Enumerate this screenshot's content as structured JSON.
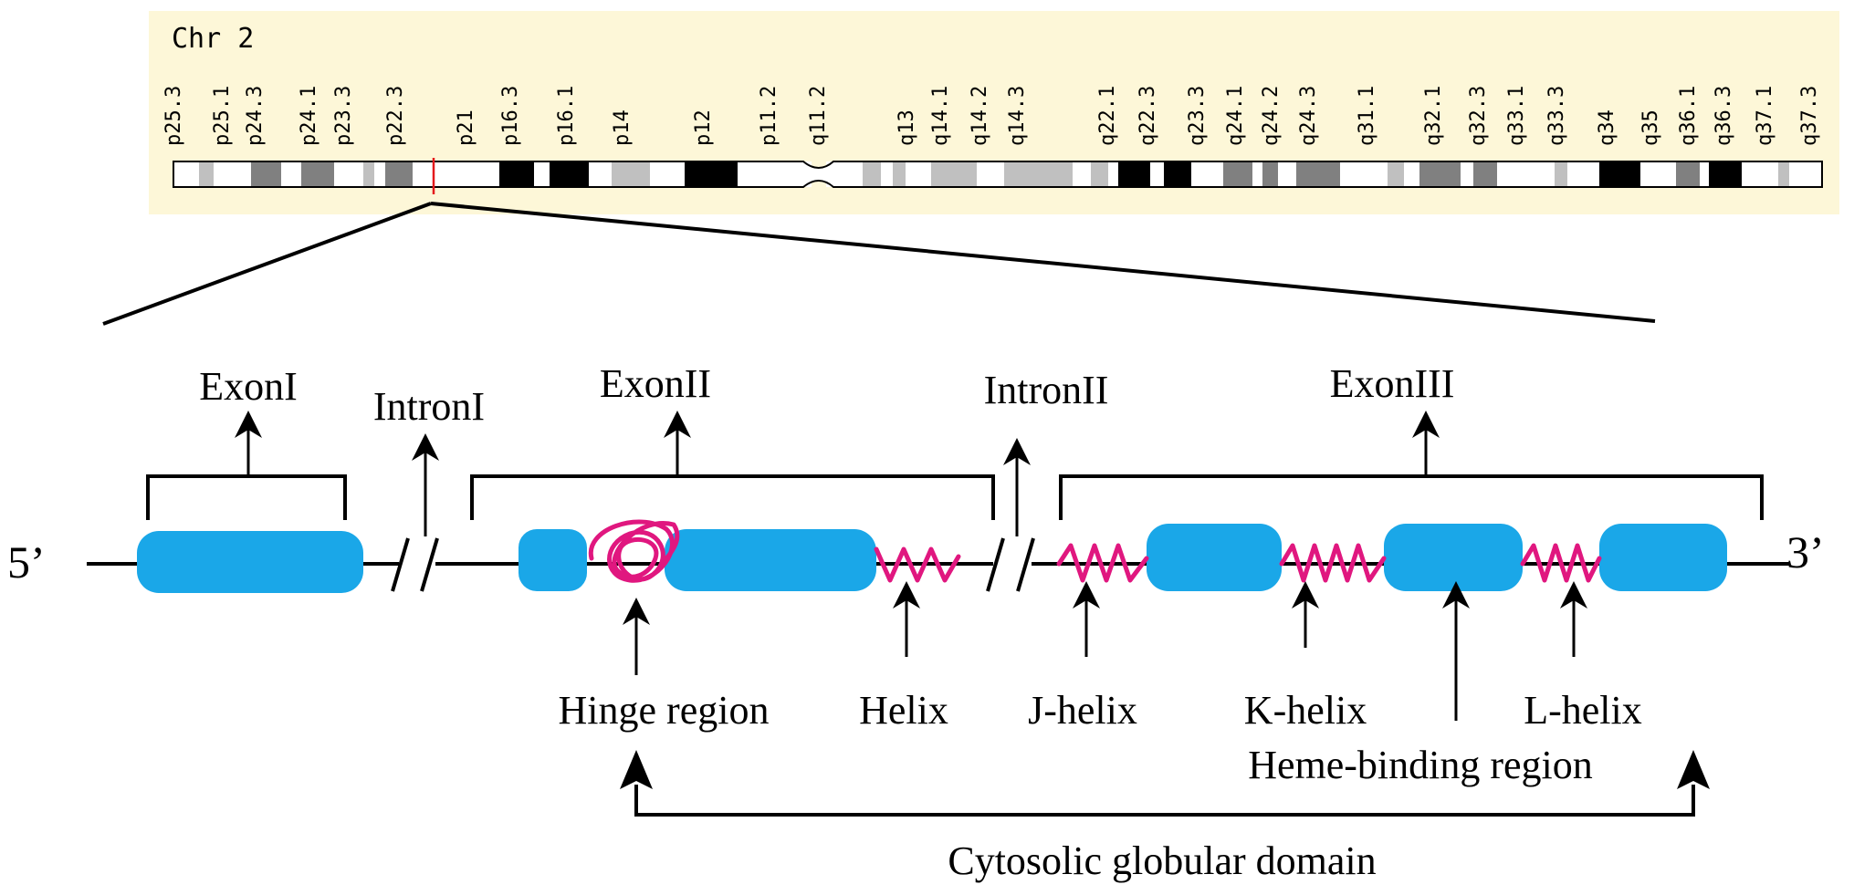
{
  "chromosome": {
    "label": "Chr 2",
    "bands": [
      "p25.3",
      "p25.1",
      "p24.3",
      "p24.1",
      "p23.3",
      "p22.3",
      "p21",
      "p16.3",
      "p16.1",
      "p14",
      "p12",
      "p11.2",
      "q11.2",
      "q13",
      "q14.1",
      "q14.2",
      "q14.3",
      "q22.1",
      "q22.3",
      "q23.3",
      "q24.1",
      "q24.2",
      "q24.3",
      "q31.1",
      "q32.1",
      "q32.3",
      "q33.1",
      "q33.3",
      "q34",
      "q35",
      "q36.1",
      "q36.3",
      "q37.1",
      "q37.3"
    ],
    "colors": {
      "panel_bg": "#fdf7d8",
      "black": "#000000",
      "dark_gray": "#808080",
      "light_gray": "#c0c0c0",
      "white": "#ffffff",
      "marker": "#e41a1c"
    }
  },
  "gene": {
    "end5": "5’",
    "end3": "3’",
    "exon1": "ExonI",
    "intron1": "IntronI",
    "exon2": "ExonII",
    "intron2": "IntronII",
    "exon3": "ExonIII",
    "hinge": "Hinge region",
    "helix": "Helix",
    "j_helix": "J-helix",
    "k_helix": "K-helix",
    "l_helix": "L-helix",
    "heme": "Heme-binding region",
    "domain": "Cytosolic globular domain",
    "colors": {
      "exon": "#1aa7e8",
      "helix": "#e0177f",
      "line": "#000000"
    }
  }
}
